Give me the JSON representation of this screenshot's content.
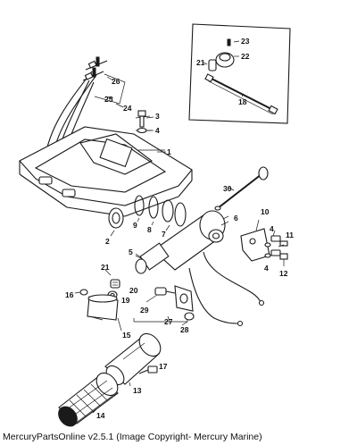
{
  "footer": {
    "caption": "MercuryPartsOnline v2.5.1 (Image Copyright- Mercury Marine)"
  },
  "callouts": {
    "c1": "1",
    "c2": "2",
    "c3": "3",
    "c4a": "4",
    "c4b": "4",
    "c4c": "4",
    "c5": "5",
    "c6": "6",
    "c7": "7",
    "c8": "8",
    "c9": "9",
    "c10": "10",
    "c11": "11",
    "c12": "12",
    "c13": "13",
    "c14": "14",
    "c15": "15",
    "c16": "16",
    "c17": "17",
    "c18": "18",
    "c19": "19",
    "c20": "20",
    "c21a": "21",
    "c21b": "21",
    "c22": "22",
    "c23": "23",
    "c24": "24",
    "c25": "25",
    "c26": "26",
    "c27": "27",
    "c28": "28",
    "c29": "29",
    "c30": "30"
  }
}
